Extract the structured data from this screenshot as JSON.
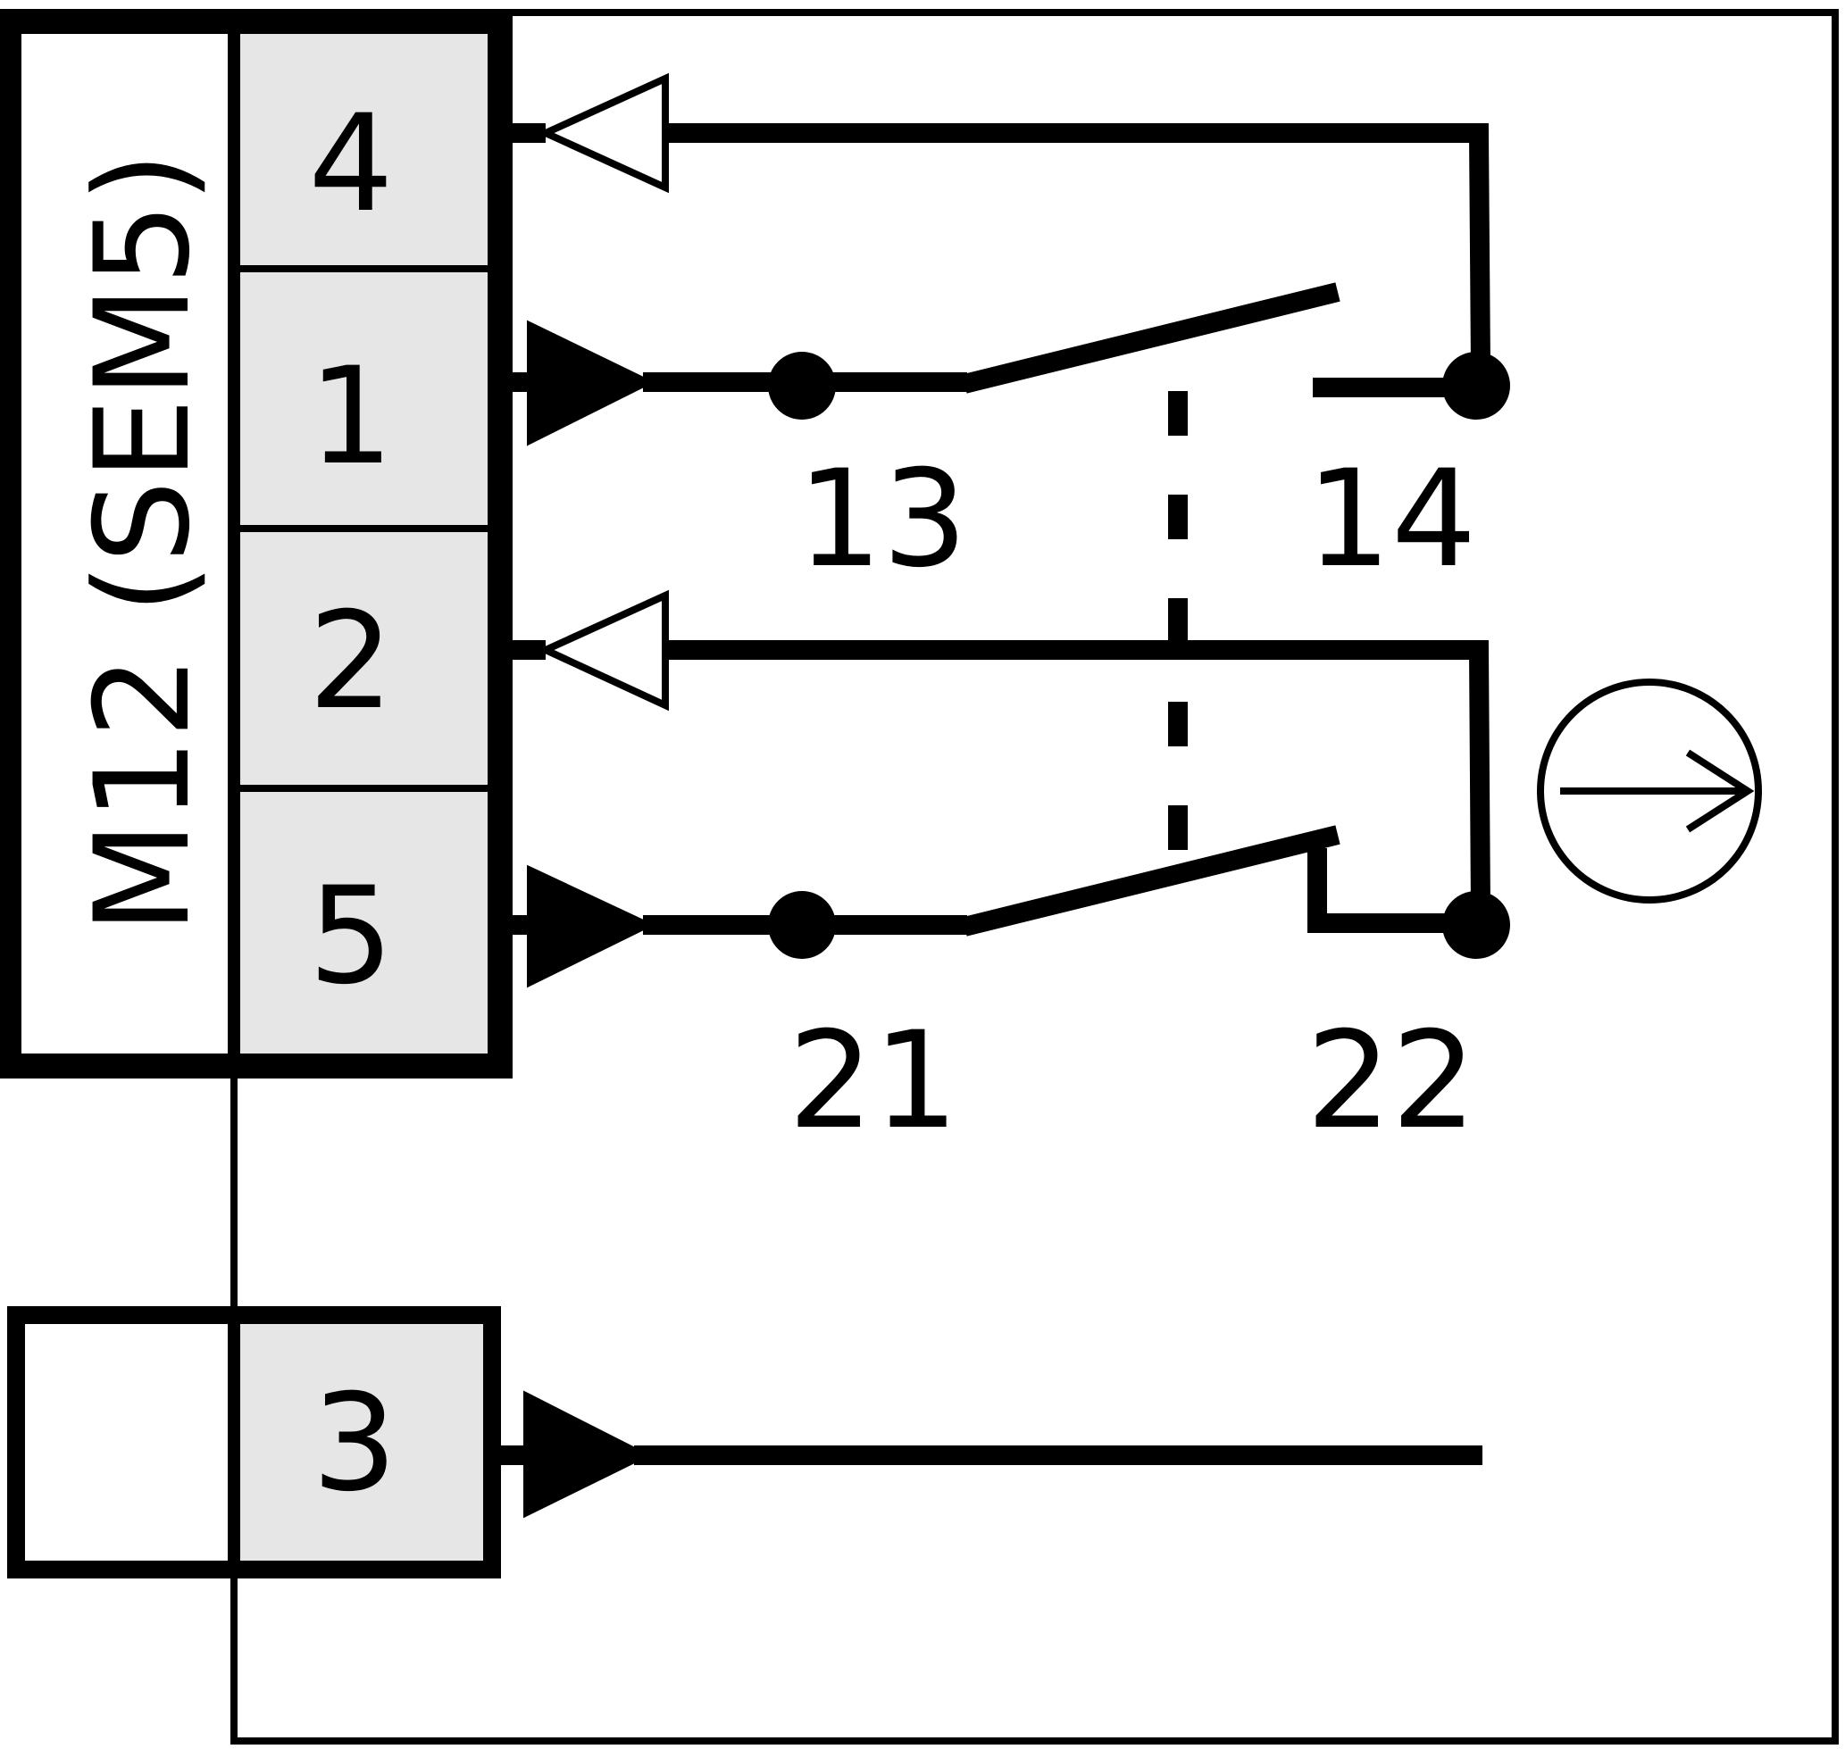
{
  "connector": {
    "label": "M12 (SEM5)",
    "pins": [
      "4",
      "1",
      "2",
      "5"
    ]
  },
  "aux_block": {
    "pin": "3"
  },
  "contacts": {
    "no": {
      "from": "13",
      "to": "14"
    },
    "nc": {
      "from": "21",
      "to": "22"
    }
  },
  "colors": {
    "line": "#000000",
    "pin_fill": "#e6e6e6",
    "background": "#ffffff"
  },
  "icons": [
    "positive-opening-symbol-icon"
  ]
}
